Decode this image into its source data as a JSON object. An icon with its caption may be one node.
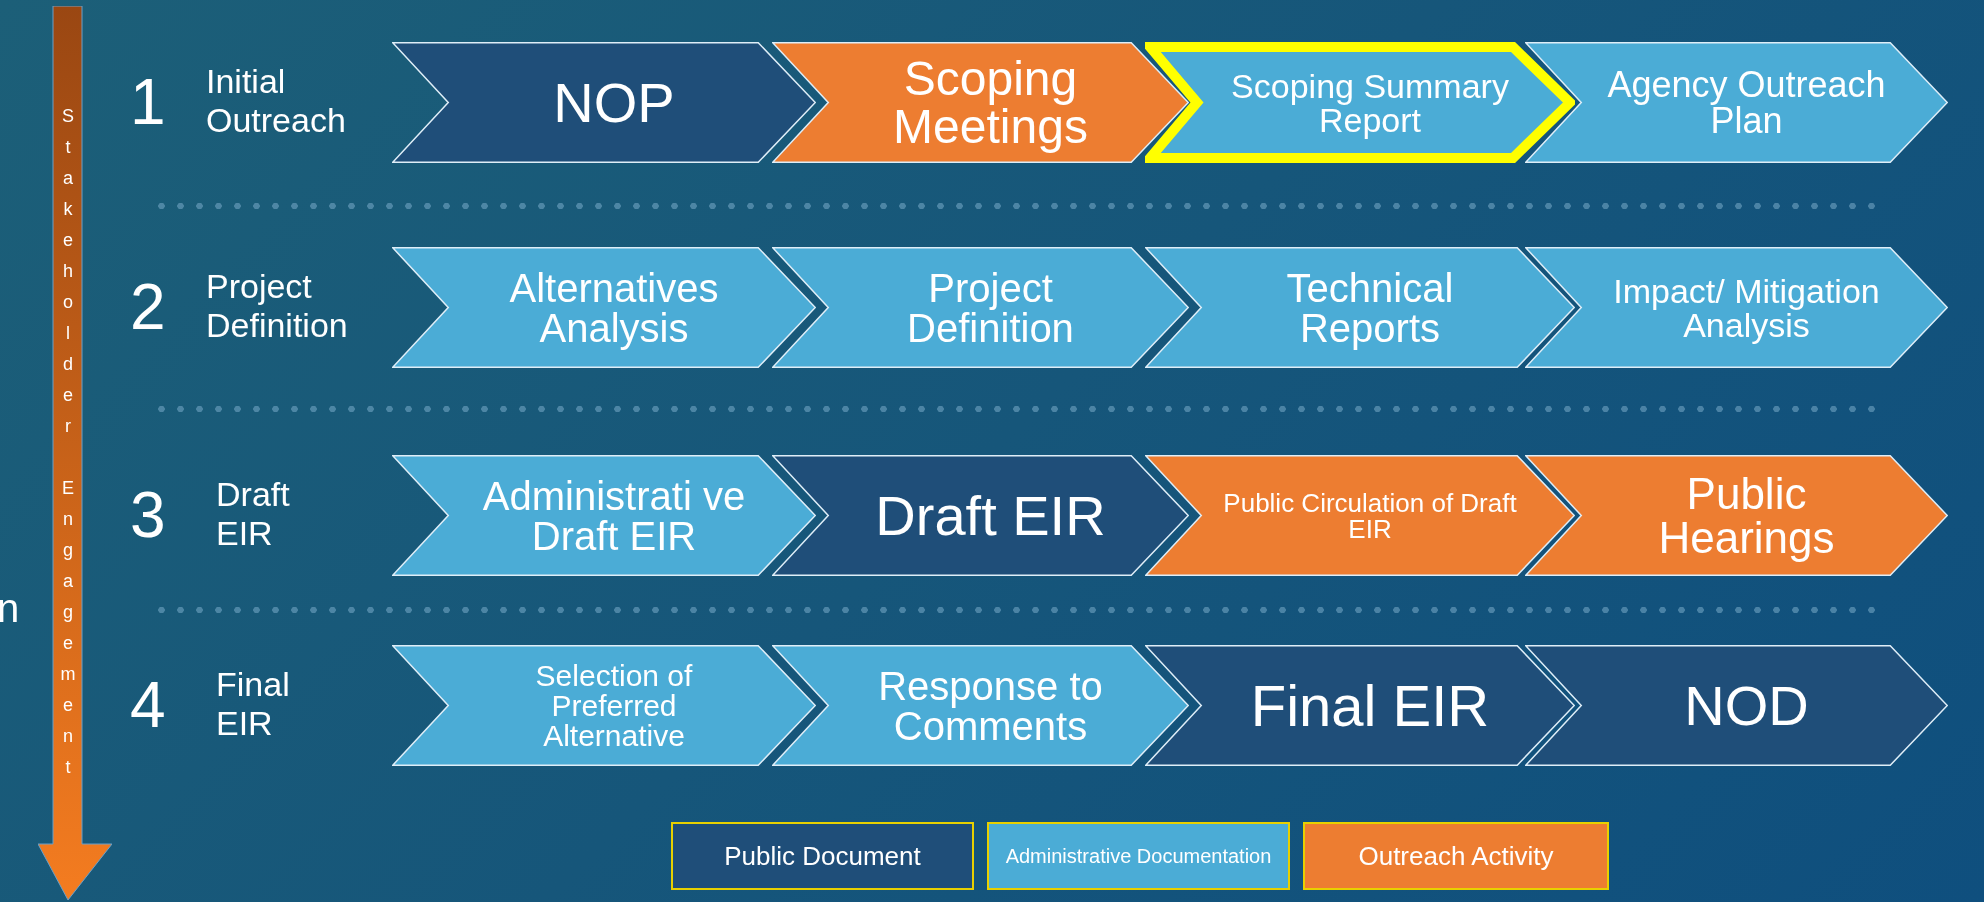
{
  "diagram": {
    "nodes": [
      {
        "text": [
          "Stakeholder Engagement"
        ]
      },
      {
        "text": [
          "NOP"
        ]
      },
      {
        "text": [
          "Scoping Meetings"
        ]
      },
      {
        "text": [
          "Scoping Summary Report"
        ]
      },
      {
        "text": [
          "Agency Outreach Plan"
        ]
      },
      {
        "text": [
          "Alternatives Analysis"
        ]
      },
      {
        "text": [
          "Project Definition"
        ]
      },
      {
        "text": [
          "Technical Reports"
        ]
      },
      {
        "text": [
          "Impact/ Mitigation Analysis"
        ]
      },
      {
        "text": [
          "Administrati ve Draft EIR"
        ]
      },
      {
        "text": [
          "Draft EIR"
        ]
      },
      {
        "text": [
          "Public Circulation of Draft EIR"
        ]
      },
      {
        "text": [
          "Public Hearings"
        ]
      },
      {
        "text": [
          "Selection of Preferred Alternative"
        ]
      },
      {
        "text": [
          "Response to Comments"
        ]
      },
      {
        "text": [
          "Final EIR"
        ]
      },
      {
        "text": [
          "NOD"
        ]
      }
    ],
    "edges": [],
    "labels": [
      "1",
      "Initial Outreach",
      "2",
      "Project Definition",
      "3",
      "Draft EIR",
      "4",
      "Final EIR",
      "n"
    ],
    "legend": [
      {
        "text": "Public Document",
        "color": "#1f4e79"
      },
      {
        "text": "Administrative Documentation",
        "color": "#4bacd6"
      },
      {
        "text": "Outreach Activity",
        "color": "#ed7d31"
      }
    ]
  }
}
